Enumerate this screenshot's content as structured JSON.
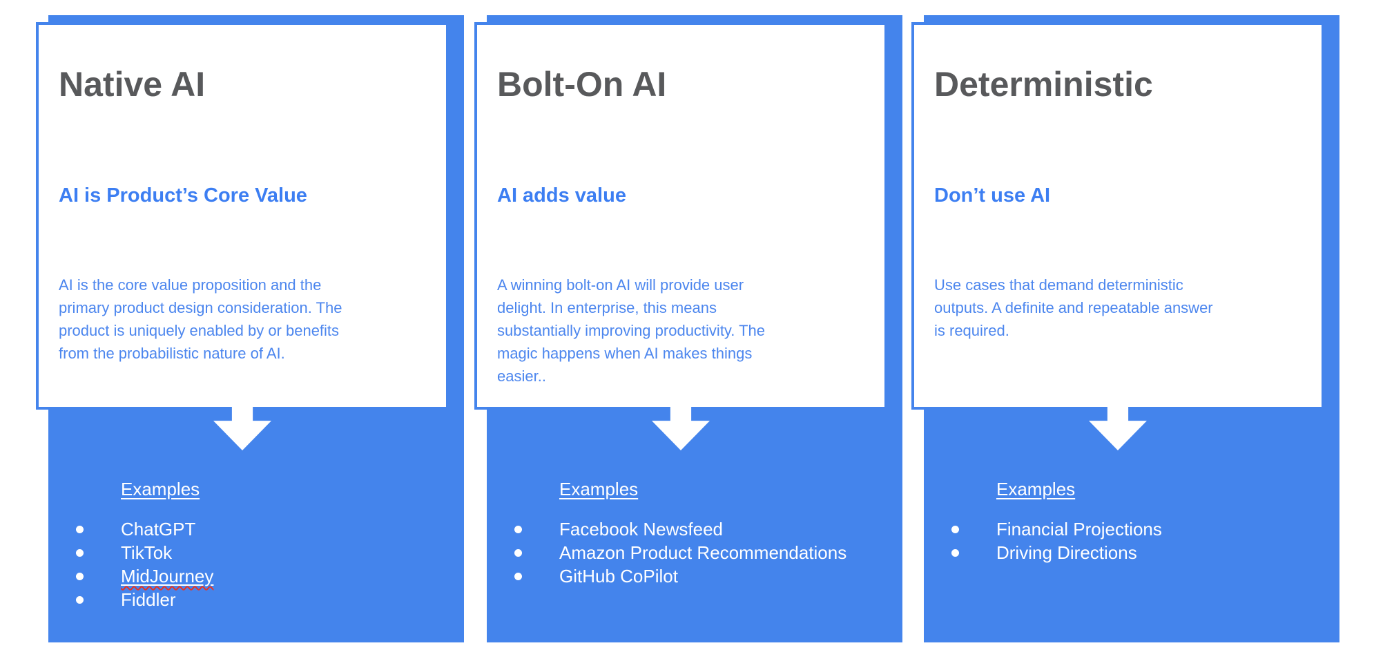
{
  "colors": {
    "blue_fill": "#4484ec",
    "blue_border": "#4484ec",
    "title_gray": "#58595b",
    "subtitle_blue": "#3c7ef2",
    "body_blue": "#4c86ee",
    "squiggle_red": "#ea3323",
    "white": "#ffffff"
  },
  "columns": [
    {
      "title": "Native AI",
      "subtitle": "AI is Product’s Core Value",
      "body_lines": [
        "AI is the core value proposition and the",
        "primary product design consideration. The",
        "product is uniquely enabled by or benefits",
        "from the probabilistic nature of AI."
      ],
      "examples_label": "Examples",
      "examples": [
        {
          "text": "ChatGPT"
        },
        {
          "text": "TikTok"
        },
        {
          "text": "MidJourney",
          "solid_underline": true,
          "spellcheck_squiggle": true
        },
        {
          "text": "Fiddler"
        }
      ]
    },
    {
      "title": "Bolt-On AI",
      "subtitle": "AI adds value",
      "body_lines": [
        "A winning bolt-on AI will provide user",
        "delight. In enterprise, this means",
        "substantially improving productivity. The",
        "magic happens when AI makes things",
        "easier.."
      ],
      "examples_label": "Examples",
      "examples": [
        {
          "text": "Facebook Newsfeed"
        },
        {
          "text": "Amazon Product Recommendations"
        },
        {
          "text": "GitHub CoPilot"
        }
      ]
    },
    {
      "title": "Deterministic",
      "subtitle": "Don’t use AI",
      "body_lines": [
        "Use cases that demand deterministic",
        "outputs. A definite and repeatable answer",
        "is required."
      ],
      "examples_label": "Examples",
      "examples": [
        {
          "text": "Financial Projections"
        },
        {
          "text": "Driving Directions"
        }
      ]
    }
  ]
}
